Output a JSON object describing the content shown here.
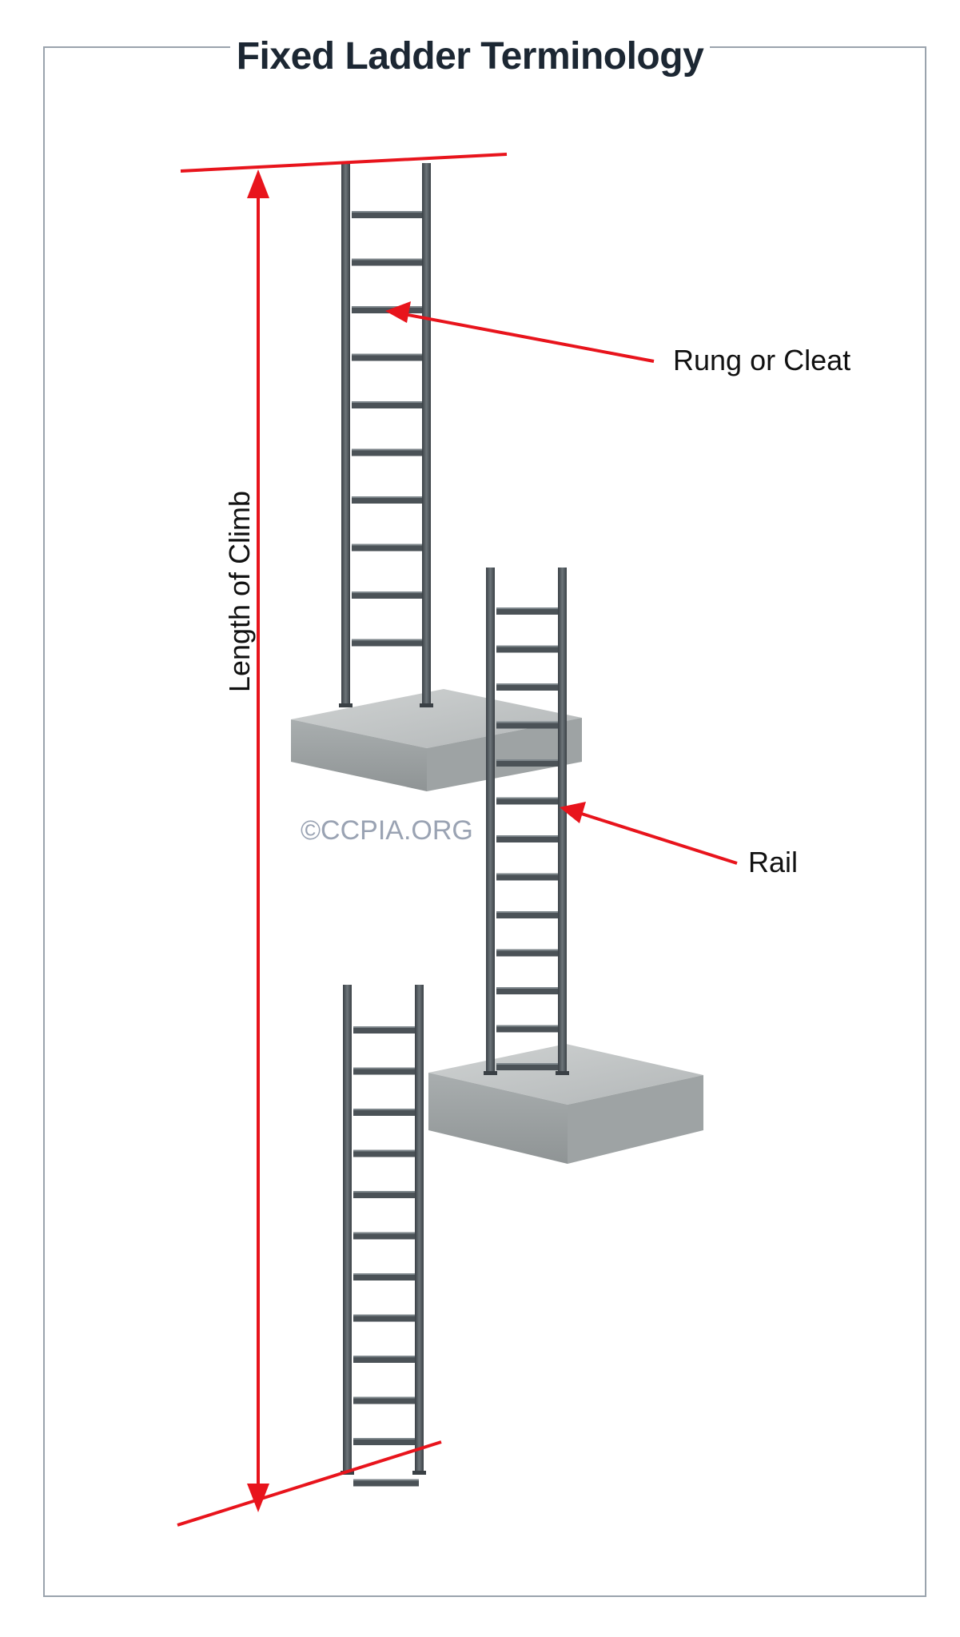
{
  "title": "Fixed Ladder Terminology",
  "labels": {
    "rung": "Rung or Cleat",
    "rail": "Rail",
    "length": "Length of Climb"
  },
  "watermark": "©CCPIA.ORG",
  "colors": {
    "accent": "#e8141c",
    "ladder": "#4b5257",
    "concrete": "#b9bdbe",
    "frame": "#9aa3ad",
    "title": "#1c2733"
  }
}
